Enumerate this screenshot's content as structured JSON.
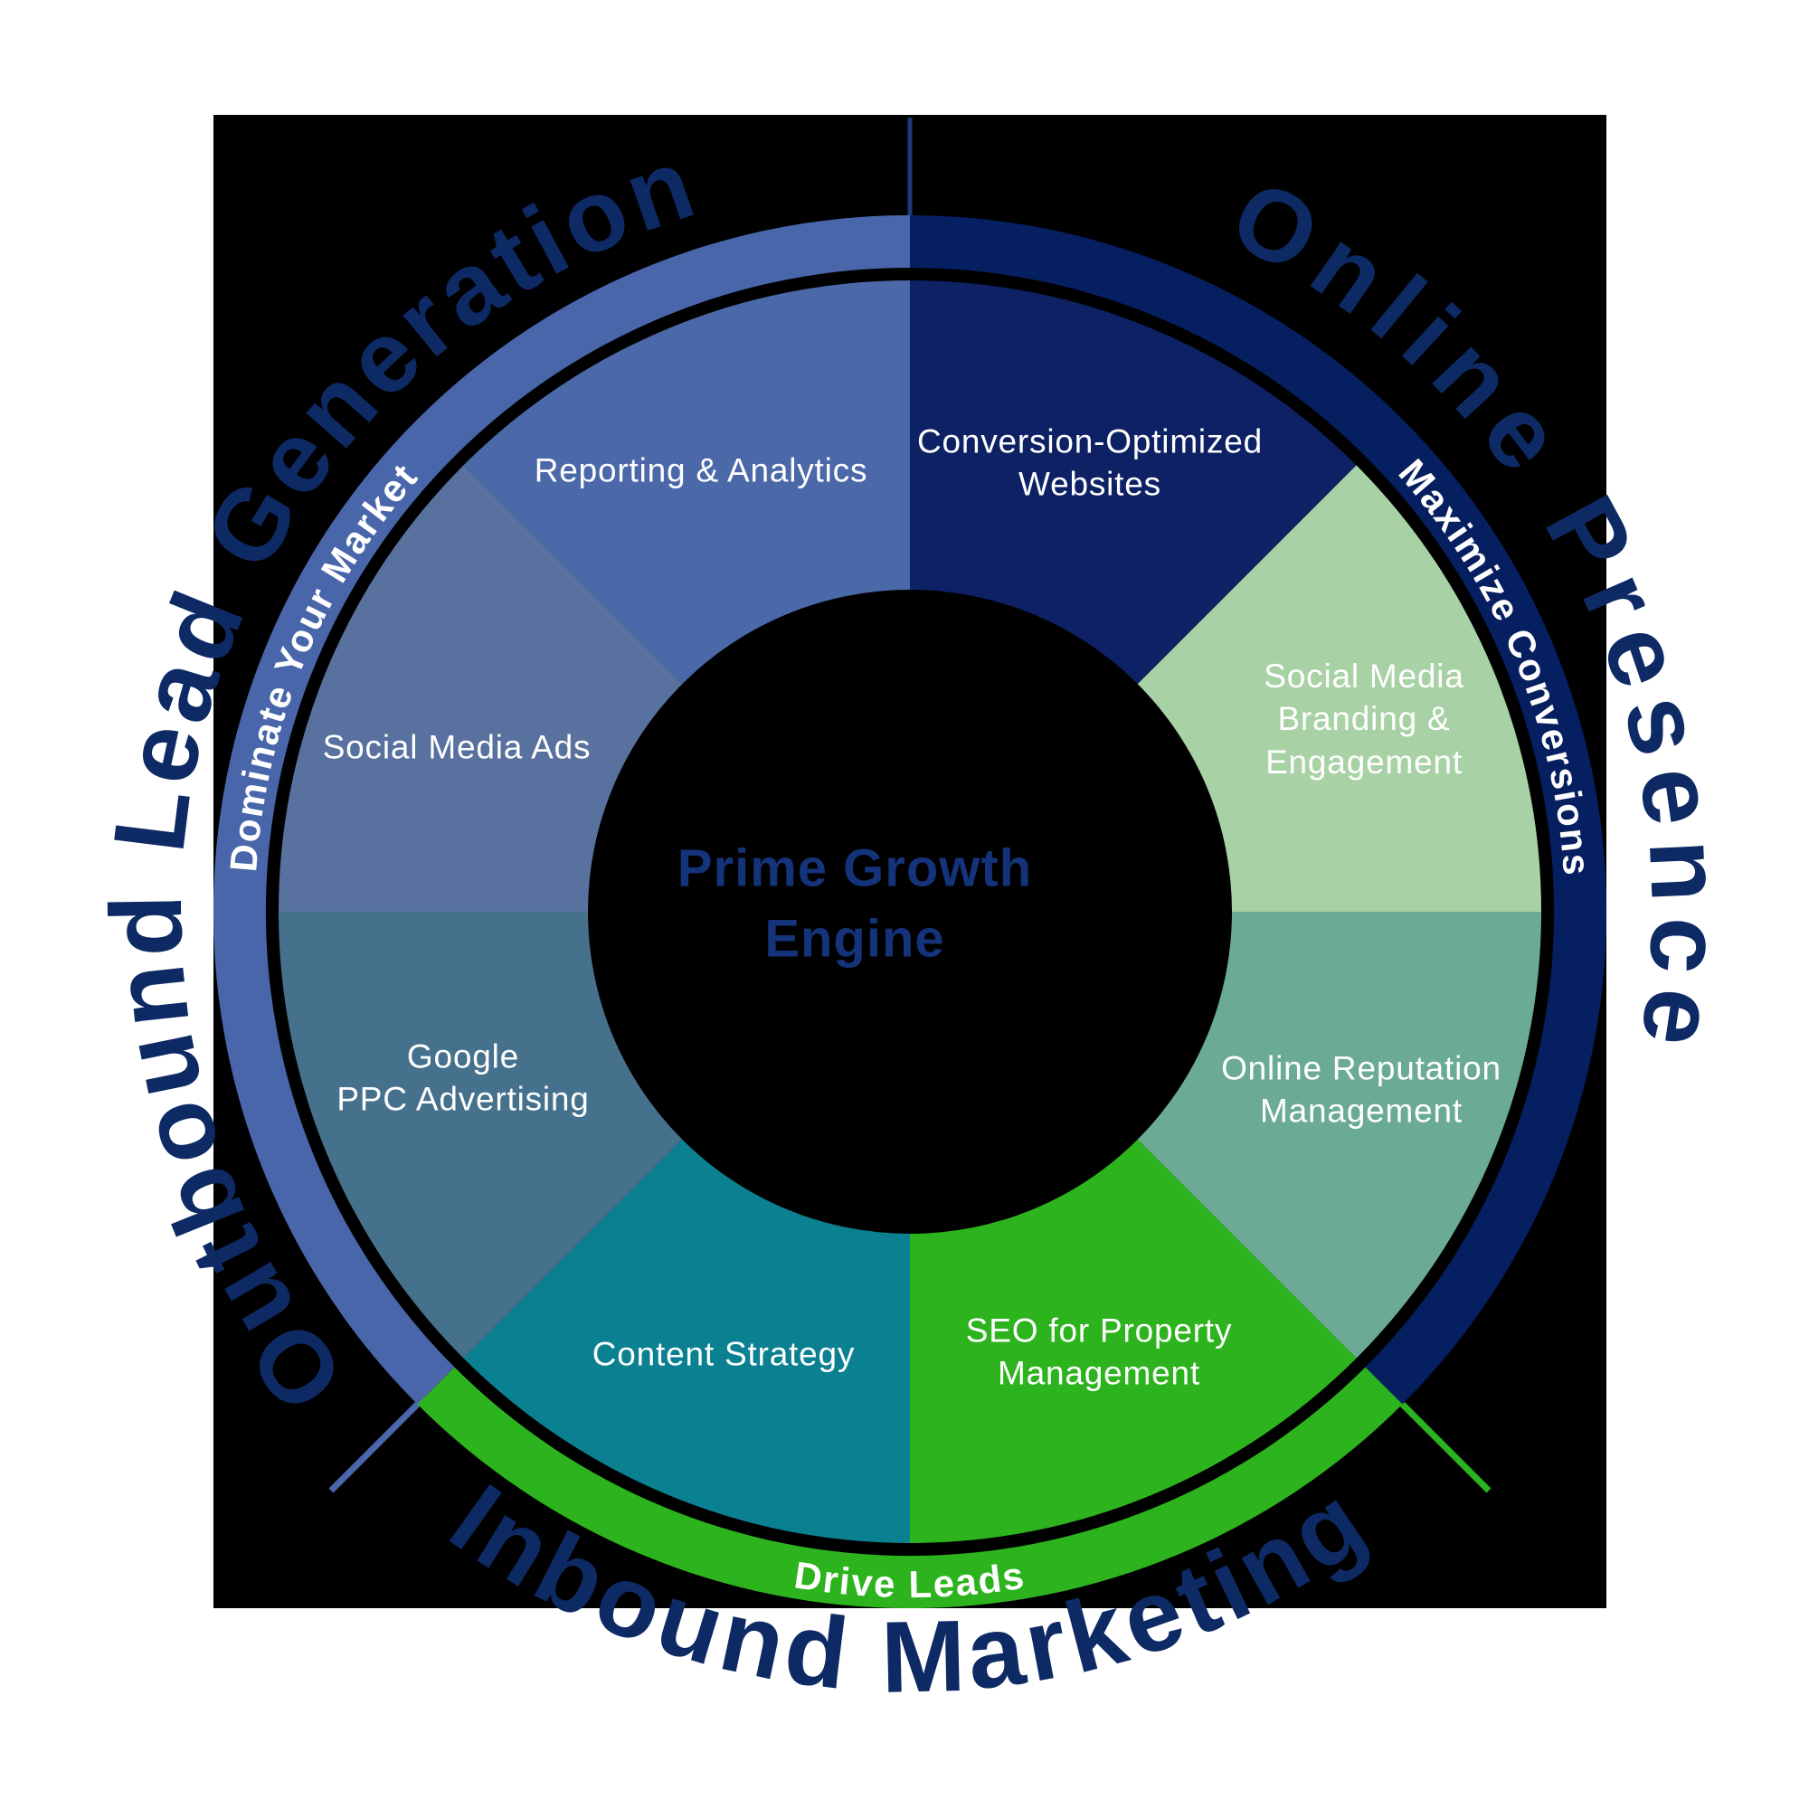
{
  "background": {
    "page": "#ffffff",
    "panel": "#000000"
  },
  "center": {
    "title": "Prime Growth\nEngine",
    "color": "#15337a"
  },
  "segments": [
    {
      "name": "conversion-optimized-websites",
      "label": "Conversion-Optimized\nWebsites",
      "color": "#0d2164"
    },
    {
      "name": "social-media-branding-engagement",
      "label": "Social Media\nBranding &\nEngagement",
      "color": "#a9d1a6"
    },
    {
      "name": "online-reputation-management",
      "label": "Online Reputation\nManagement",
      "color": "#6bab94"
    },
    {
      "name": "seo-for-property-management",
      "label": "SEO for Property\nManagement",
      "color": "#2db31d"
    },
    {
      "name": "content-strategy",
      "label": "Content Strategy",
      "color": "#0a8091"
    },
    {
      "name": "google-ppc-advertising",
      "label": "Google\nPPC Advertising",
      "color": "#45718c"
    },
    {
      "name": "social-media-ads",
      "label": "Social Media Ads",
      "color": "#58719e"
    },
    {
      "name": "reporting-analytics",
      "label": "Reporting & Analytics",
      "color": "#4b68a9"
    }
  ],
  "ring": [
    {
      "name": "online-presence-arc",
      "band_label": "Maximize Conversions",
      "color": "#061f60"
    },
    {
      "name": "inbound-marketing-arc",
      "band_label": "Drive Leads",
      "color": "#2db31d"
    },
    {
      "name": "outbound-lead-generation-arc",
      "band_label": "Dominate Your Market",
      "color": "#4966ab"
    }
  ],
  "outer_titles": [
    {
      "text": "Outbound Lead Generation",
      "color": "#0e2a64"
    },
    {
      "text": "Online Presence",
      "color": "#0e2a64"
    },
    {
      "text": "Inbound Marketing",
      "color": "#0e2a64"
    }
  ],
  "dividers": [
    {
      "name": "top-divider",
      "color": "#1d3a79"
    },
    {
      "name": "bottom-left-divider",
      "color": "#4966ab"
    },
    {
      "name": "bottom-right-divider",
      "color": "#2db31d"
    }
  ]
}
